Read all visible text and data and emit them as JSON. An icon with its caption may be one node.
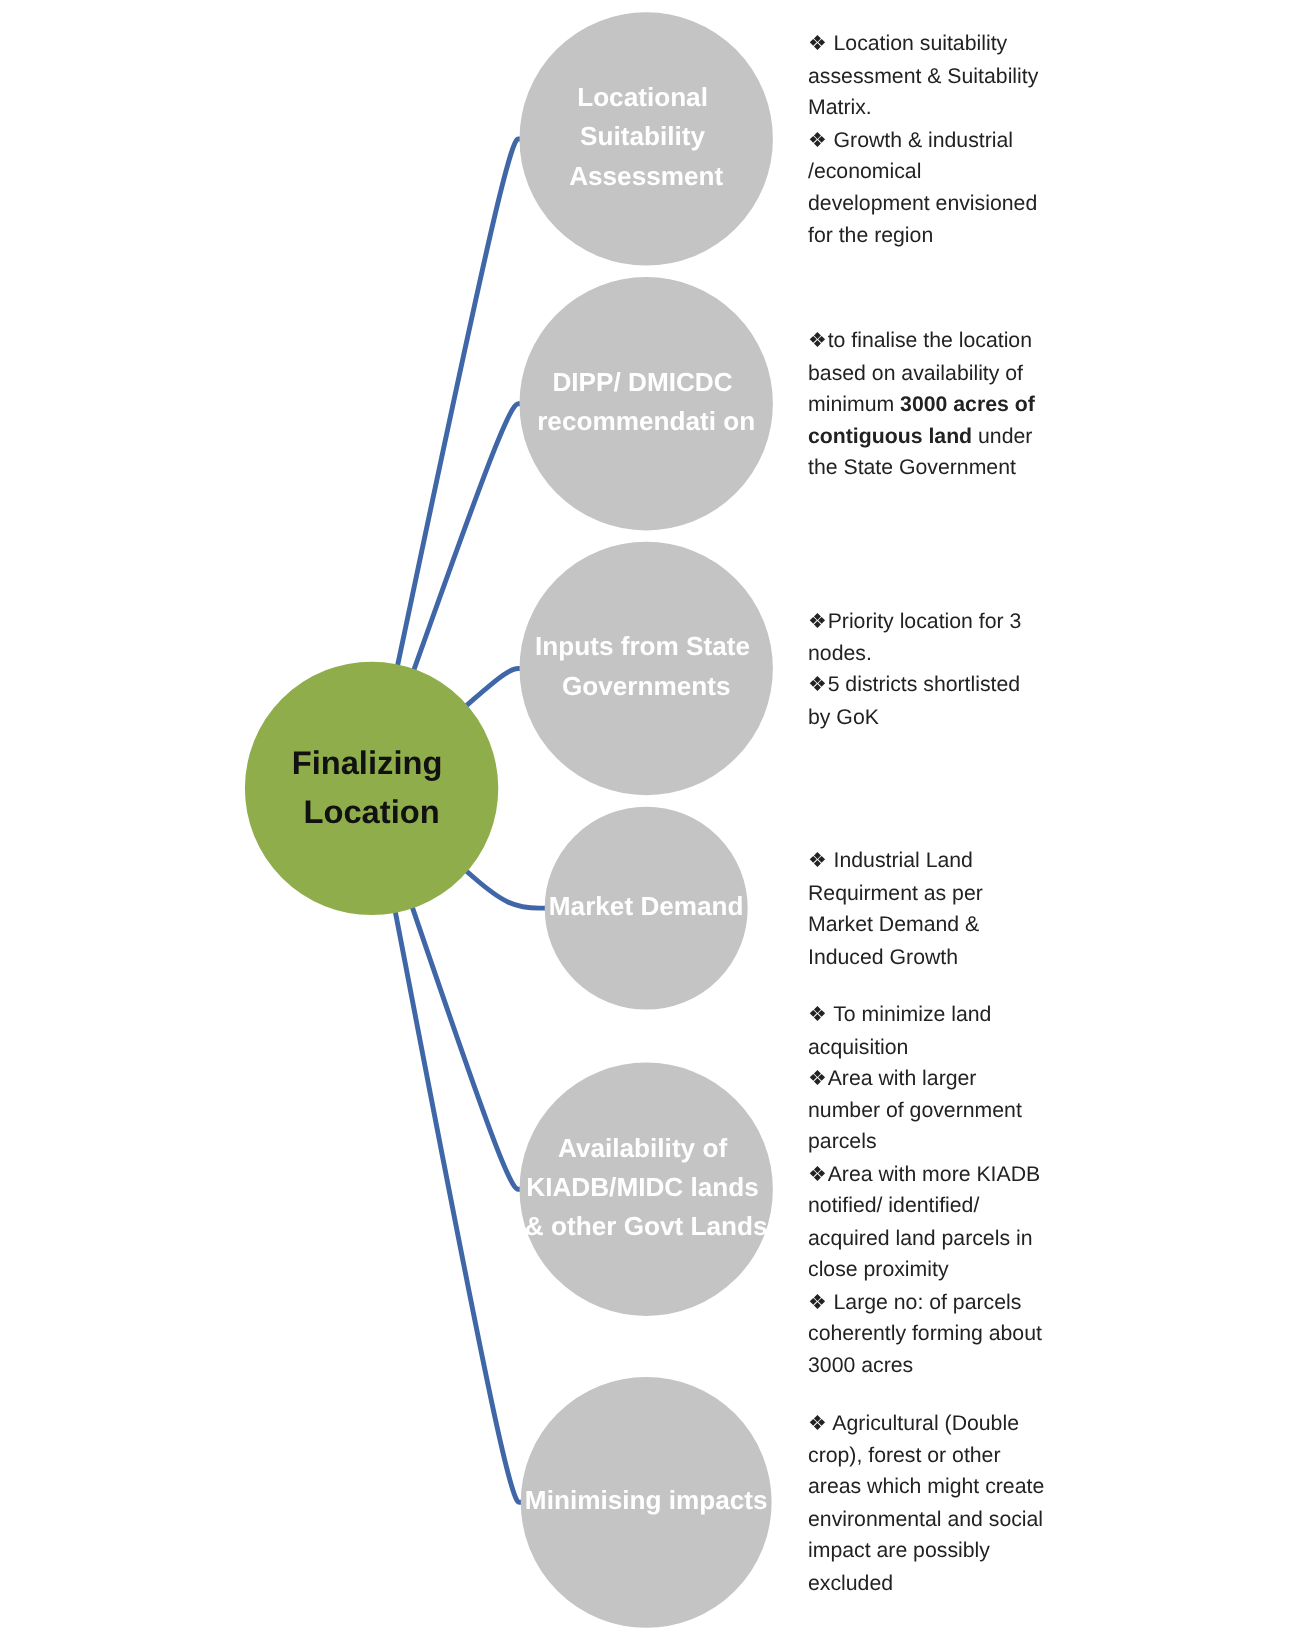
{
  "diagram": {
    "nodes": [
      {
        "text": [
          "Finalizing Location"
        ]
      },
      {
        "text": [
          "Locational Suitability Assessment"
        ],
        "beside": [
          "❖ Location suitability assessment & Suitability Matrix.",
          "❖ Growth & industrial /economical development envisioned for the region"
        ]
      },
      {
        "text": [
          "DIPP/ DMICDC recommendati on"
        ],
        "beside": [
          "❖to finalise the location based on availability of minimum **3000 acres of contiguous land** under the State Government"
        ]
      },
      {
        "text": [
          "Inputs from State Governments"
        ],
        "beside": [
          "❖Priority location for 3 nodes.",
          "❖5 districts shortlisted by GoK"
        ]
      },
      {
        "text": [
          "Market Demand"
        ],
        "beside": [
          "❖ Industrial Land Requirment as per Market Demand & Induced Growth"
        ]
      },
      {
        "text": [
          "Availability of KIADB/MIDC lands & other Govt Lands"
        ],
        "beside": [
          "❖ To minimize land acquisition",
          "❖Area with larger number of government parcels",
          "❖Area with more KIADB notified/ identified/ acquired land parcels in close proximity",
          "❖ Large no: of parcels coherently forming about 3000 acres"
        ]
      },
      {
        "text": [
          "Minimising impacts"
        ],
        "beside": [
          "❖ Agricultural (Double crop), forest or other areas which might create environmental and social impact are possibly excluded"
        ]
      }
    ],
    "edges": [
      {
        "from": 0,
        "to": 1,
        "arrow": "none"
      },
      {
        "from": 0,
        "to": 2,
        "arrow": "none"
      },
      {
        "from": 0,
        "to": 3,
        "arrow": "none"
      },
      {
        "from": 0,
        "to": 4,
        "arrow": "none"
      },
      {
        "from": 0,
        "to": 5,
        "arrow": "none"
      },
      {
        "from": 0,
        "to": 6,
        "arrow": "none"
      }
    ]
  }
}
